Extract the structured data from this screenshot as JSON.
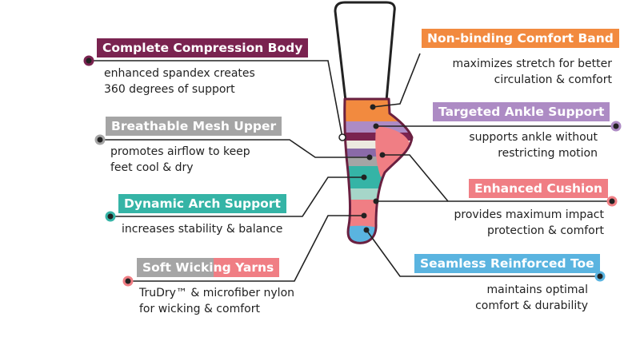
{
  "colors": {
    "outline": "#6a2040",
    "orange": "#f28a3f",
    "purple": "#ad8bc4",
    "pink": "#f07e84",
    "teal": "#35b4a6",
    "blue": "#5ab4e0",
    "gray": "#a5a5a5",
    "plum": "#7a2350",
    "cream": "#ece9e0",
    "mint": "#a6d6c9",
    "darkpurple": "#8a6aa8"
  },
  "features": [
    {
      "title": "Complete Compression Body",
      "line1": "enhanced spandex creates",
      "line2": "360 degrees of support"
    },
    {
      "title": "Breathable Mesh Upper",
      "line1": "promotes airflow to keep",
      "line2": "feet cool & dry"
    },
    {
      "title": "Dynamic Arch Support",
      "line1": "increases stability & balance",
      "line2": ""
    },
    {
      "title_a": "Soft Wicki",
      "title_b": "ng Yarns",
      "line1": "TruDry™ & microfiber nylon",
      "line2": "for wicking & comfort"
    },
    {
      "title": "Non-binding Comfort Band",
      "line1": "maximizes stretch for better",
      "line2": "circulation & comfort"
    },
    {
      "title": "Targeted Ankle Support",
      "line1": "supports ankle without",
      "line2": "restricting motion"
    },
    {
      "title": "Enhanced Cushion",
      "line1": "provides maximum impact",
      "line2": "protection & comfort"
    },
    {
      "title": "Seamless Reinforced Toe",
      "line1": "maintains optimal",
      "line2": "comfort & durability"
    }
  ]
}
